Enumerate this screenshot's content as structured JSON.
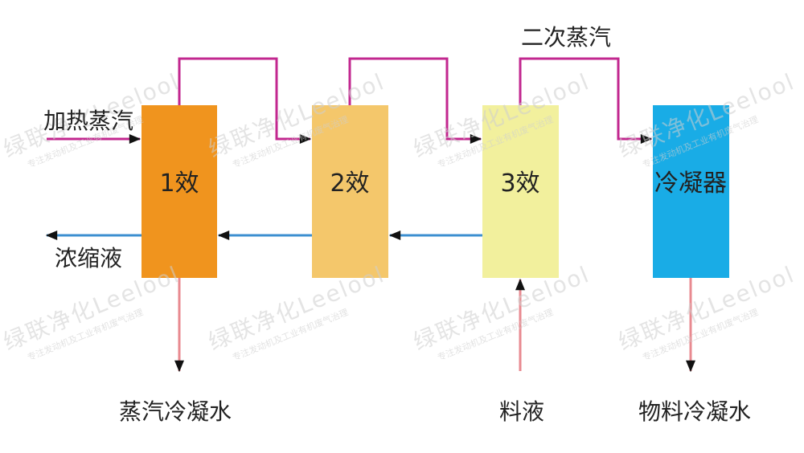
{
  "diagram": {
    "effects": [
      {
        "label": "1效",
        "color": "#F0941E"
      },
      {
        "label": "2效",
        "color": "#F4C76B"
      },
      {
        "label": "3效",
        "color": "#F2F09D"
      },
      {
        "label": "冷凝器",
        "color": "#19ACE6"
      }
    ],
    "labels": {
      "heating_steam": "加热蒸汽",
      "secondary_steam": "二次蒸汽",
      "concentrate": "浓缩液",
      "steam_condensate": "蒸汽冷凝水",
      "feed_liquid": "料液",
      "material_condensate": "物料冷凝水"
    },
    "watermark": {
      "brand": "绿联净化Leelool",
      "tagline": "专注发动机及工业有机废气治理"
    },
    "colors": {
      "steam_line": "#C2278F",
      "liquid_line": "#3C8FD0",
      "condensate_line": "#E88A90"
    }
  }
}
